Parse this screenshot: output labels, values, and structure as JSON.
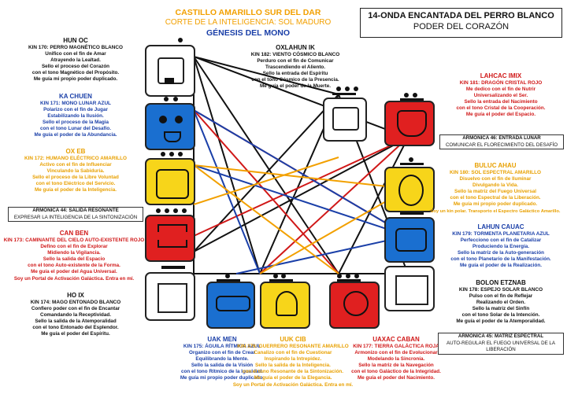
{
  "header": {
    "line1": "CASTILLO AMARILLO SUR  DEL DAR",
    "line2": "CORTE DE LA INTELIGENCIA: SOL MADURO",
    "line3": "GÉNESIS DEL MONO"
  },
  "title_box": {
    "title": "14-ONDA ENCANTADA DEL PERRO BLANCO",
    "subtitle": "PODER DEL CORAZÓN"
  },
  "colors": {
    "red": "#d01818",
    "blue": "#1a3fa8",
    "yellow": "#f2a000",
    "white": "#ffffff",
    "black": "#111111"
  },
  "kins": {
    "k170": {
      "name": "HUN OC",
      "lines": [
        "KIN 170: PERRO MAGNÉTICO BLANCO",
        "Unifico con el fin de Amar",
        "Atrayendo la Lealtad.",
        "Sello el proceso del Corazón",
        "con el tono Magnético del Propósito.",
        "Me guía mi propio poder duplicado."
      ]
    },
    "k171": {
      "name": "KA CHUEN",
      "lines": [
        "KIN 171: MONO LUNAR AZUL",
        "Polarizo con el fin de Jugar",
        "Estabilizando la Ilusión.",
        "Sello el proceso de la Magia",
        "con el tono Lunar del Desafío.",
        "Me guía el poder de la Abundancia."
      ]
    },
    "k172": {
      "name": "OX EB",
      "lines": [
        "KIN 172: HUMANO ELÉCTRICO AMARILLO",
        "Activo con el fin de Influenciar",
        "Vinculando la Sabiduría.",
        "Sello el proceso de la Libre Voluntad",
        "con el tono Eléctrico del Servicio.",
        "Me guía el poder de la Inteligencia."
      ]
    },
    "k173": {
      "name": "CAN BEN",
      "lines": [
        "KIN 173: CAMINANTE DEL CIELO AUTO-EXISTENTE ROJO",
        "Defino con el fin de Explorar",
        "Midiendo la Vigilancia.",
        "Sello la salida del Espacio",
        "con el tono Auto-existente de la Forma.",
        "Me guía el poder del Agua Universal.",
        "Soy un Portal de Activación Galáctica. Entra en mí."
      ]
    },
    "k174": {
      "name": "HO IX",
      "lines": [
        "KIN 174: MAGO ENTONADO BLANCO",
        "Confiero poder con el fin de Encantar",
        "Comandando la Receptividad.",
        "Sello la salida de la Atemporalidad",
        "con el tono Entonado del Esplendor.",
        "Me guía el poder del Espíritu."
      ]
    },
    "k175": {
      "name": "UAK MEN",
      "lines": [
        "KIN 175: ÁGUILA RÍTMICA AZUL",
        "Organizo con el fin de Crear",
        "Equilibrando la Mente.",
        "Sello la salida de la Visión",
        "con el tono Rítmico de la Igualdad.",
        "Me guía mi propio poder duplicado."
      ]
    },
    "k176": {
      "name": "UUK CIB",
      "lines": [
        "KIN 176: GUERRERO RESONANTE AMARILLO",
        "Canalizo con el fin de Cuestionar",
        "Inspirando la Intrepidez.",
        "Sello la salida de la Inteligencia.",
        "con el tono Resonante de la Sintonización.",
        "Me guía el poder de la Elegancia.",
        "Soy un Portal de Activación Galáctica. Entra en mí."
      ]
    },
    "k177": {
      "name": "UAXAC CABAN",
      "lines": [
        "KIN 177: TIERRA GALÁCTICA ROJA",
        "Armonizo con el fin de Evolucionar",
        "Modelando la Sincronía.",
        "Sello la matriz de la Navegación",
        "con el tono Galáctico de la Integridad.",
        "Me guía el poder del Nacimiento."
      ]
    },
    "k178": {
      "name": "BOLON ETZNAB",
      "lines": [
        "KIN 178: ESPEJO SOLAR BLANCO",
        "Pulso con el fin de Reflejar",
        "Realizando el Orden.",
        "Sello la matriz del Sinfín",
        "con el tono Solar de la Intención.",
        "Me guía el poder de la Atemporalidad."
      ]
    },
    "k179": {
      "name": "LAHUN CAUAC",
      "lines": [
        "KIN 179: TORMENTA PLANETARIA AZUL",
        "Perfecciono con el fin de Catalizar",
        "Produciendo la Energía.",
        "Sello la matriz de la Auto-generación",
        "con el tono Planetario de la Manifestación.",
        "Me guía el poder de la Realización."
      ]
    },
    "k180": {
      "name": "BULUC AHAU",
      "lines": [
        "KIN 180: SOL ESPECTRAL AMARILLO",
        "Disuelvo con el fin de Iluminar",
        "Divulgando la Vida.",
        "Sello la matriz del Fuego Universal",
        "con el tono Espectral de la Liberación.",
        "Me guía mi propio poder duplicado.",
        "Soy un kin polar. Transporto el Espectro Galáctico Amarillo."
      ]
    },
    "k181": {
      "name": "LAHCAC IMIX",
      "lines": [
        "KIN 181: DRAGÓN CRISTAL ROJO",
        "Me dedico con el fin de Nutrir",
        "Universalizando el Ser.",
        "Sello la entrada del Nacimiento",
        "con el tono Cristal de la Cooperación.",
        "Me guía el poder del Espacio."
      ]
    },
    "k182": {
      "name": "OXLAHUN IK",
      "lines": [
        "KIN 182: VIENTO CÓSMICO BLANCO",
        "Perduro con el fin de Comunicar",
        "Trascendiendo el Aliento.",
        "Sello la entrada del Espíritu",
        "con el tono Cósmico de la Presencia.",
        "Me guía el poder de la Muerte."
      ]
    }
  },
  "harmonics": {
    "a44": {
      "label": "ARMÓNICA 44: SALIDA RESONANTE",
      "text": "EXPRESAR LA INTELIGENCIA DE LA SINTONIZACIÓN"
    },
    "a45": {
      "label": "ARMÓNICA 45: MATRIZ ESPECTRAL",
      "text": "AUTO-REGULAR EL FUEGO UNIVERSAL DE LA LIBERACIÓN"
    },
    "a46": {
      "label": "ARMÓNICA 46: ENTRADA LUNAR",
      "text": "COMUNICAR EL FLORECIMIENTO DEL DESAFÍO"
    }
  }
}
